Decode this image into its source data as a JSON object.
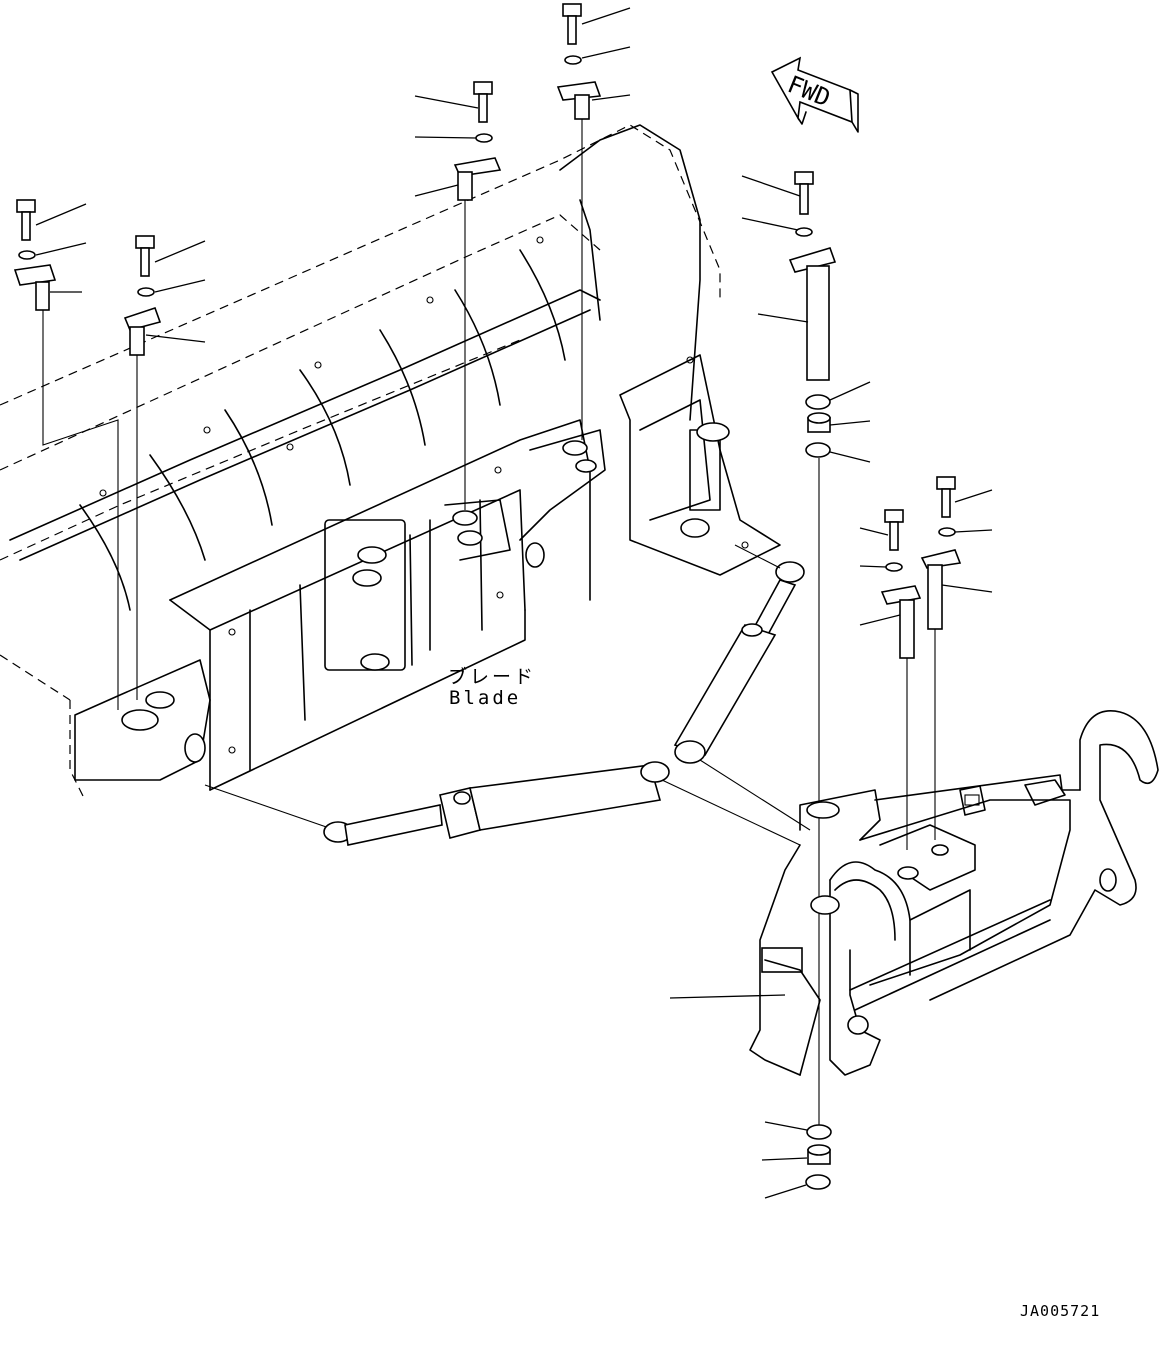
{
  "labels": {
    "blade_jp": "ブレード",
    "blade_en": "Blade",
    "fwd": "FWD",
    "drawing_code": "JA005721"
  },
  "colors": {
    "line": "#000000",
    "background": "#ffffff"
  },
  "icons": {
    "direction_arrow": "fwd-arrow-icon"
  }
}
